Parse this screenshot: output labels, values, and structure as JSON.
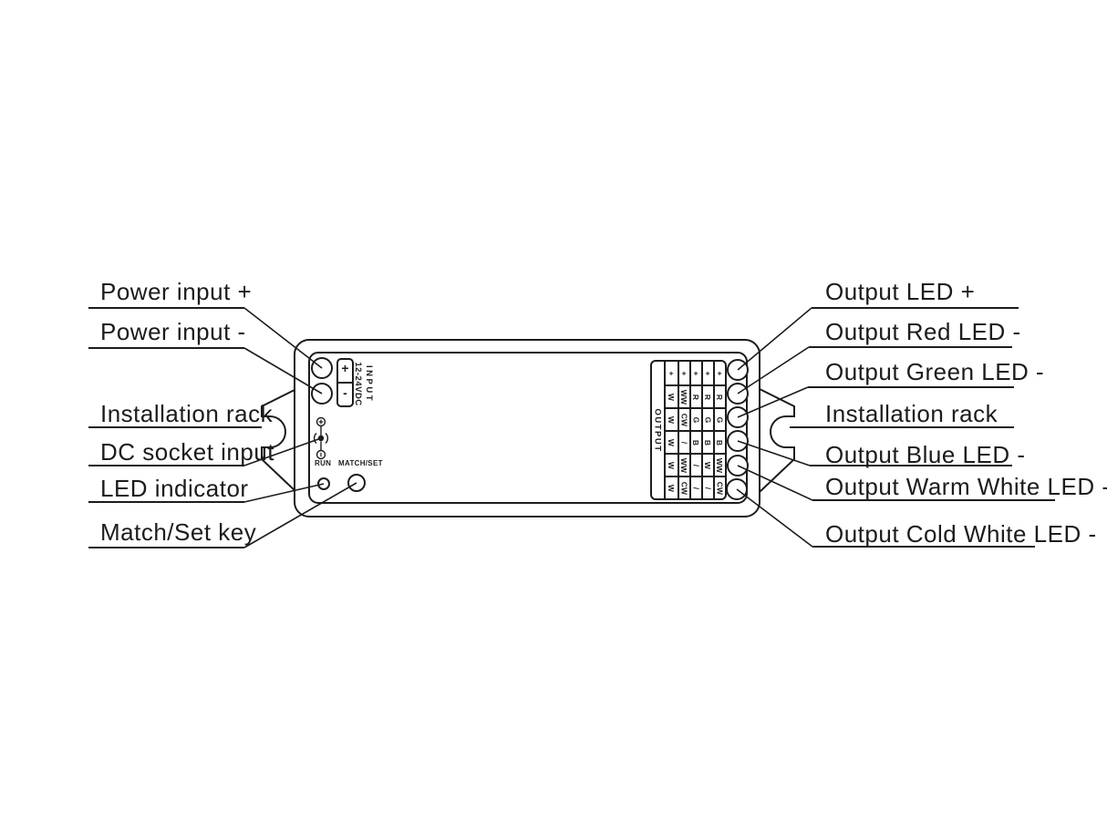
{
  "labels": {
    "left": [
      "Power input +",
      "Power input -",
      "Installation rack",
      "DC socket input",
      "LED indicator",
      "Match/Set key"
    ],
    "right": [
      "Output LED +",
      "Output Red LED -",
      "Output Green LED -",
      "Installation rack",
      "Output Blue LED -",
      "Output Warm White LED -",
      "Output Cold White LED -"
    ]
  },
  "device": {
    "input_block": {
      "plus": "+",
      "minus": "-",
      "line1": "INPUT",
      "line2": "12-24VDC"
    },
    "indicators": {
      "run_label": "RUN",
      "match_set_label": "MATCH/SET"
    },
    "output_table": {
      "title": "OUTPUT",
      "rows": [
        [
          "+",
          "+",
          "+",
          "+",
          "+"
        ],
        [
          "W",
          "WW",
          "R",
          "R",
          "R"
        ],
        [
          "W",
          "CW",
          "G",
          "G",
          "G"
        ],
        [
          "W",
          "/",
          "B",
          "B",
          "B"
        ],
        [
          "W",
          "WW",
          "/",
          "W",
          "WW"
        ],
        [
          "W",
          "CW",
          "/",
          "/",
          "CW"
        ]
      ]
    }
  },
  "colors": {
    "line": "#1c1c1c",
    "background": "#ffffff"
  }
}
